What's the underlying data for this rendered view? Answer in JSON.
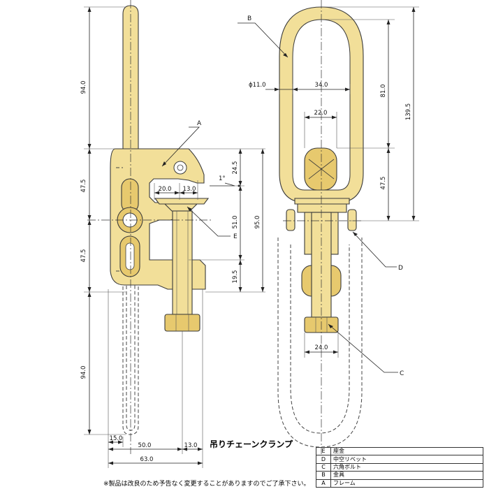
{
  "title": "吊りチェーンクランプ",
  "note": "※製品は改良のため予告なく変更することがありますのでご了承下さい。",
  "dimensions": {
    "v94_top": "94.0",
    "v47_5_upper": "47.5",
    "v47_5_lower": "47.5",
    "v94_bottom": "94.0",
    "h20": "20.0",
    "h13_top": "13.0",
    "angle": "1°",
    "v24_5": "24.5",
    "v51": "51.0",
    "v95": "95.0",
    "v19_5": "19.5",
    "h15": "15.0",
    "h50": "50.0",
    "h13_bottom": "13.0",
    "h63": "63.0",
    "phi11": "ϕ11.0",
    "h34": "34.0",
    "h22": "22.0",
    "v81": "81.0",
    "v139_5": "139.5",
    "v47_5_right": "47.5",
    "h24": "24.0"
  },
  "callouts": {
    "A": "A",
    "B": "B",
    "C": "C",
    "D": "D",
    "E": "E"
  },
  "parts": [
    {
      "symbol": "E",
      "name": "座金"
    },
    {
      "symbol": "D",
      "name": "中空リベット"
    },
    {
      "symbol": "C",
      "name": "六角ボルト"
    },
    {
      "symbol": "B",
      "name": "金具"
    },
    {
      "symbol": "A",
      "name": "フレーム"
    }
  ],
  "colors": {
    "part_fill": "#f2df99",
    "line": "#3a3a3a"
  }
}
